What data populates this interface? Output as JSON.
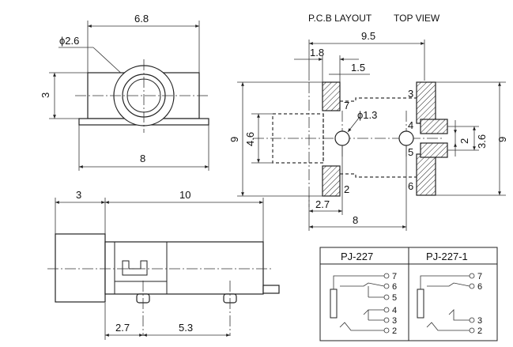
{
  "header": {
    "pcb_layout": "P.C.B LAYOUT",
    "top_view": "TOP VIEW"
  },
  "front_view": {
    "width_top": "6.8",
    "diameter": "ϕ2.6",
    "height": "3",
    "width_bottom": "8"
  },
  "side_view": {
    "front_len": "3",
    "body_len": "10",
    "pin_offset": "2.7",
    "pin_spacing": "5.3"
  },
  "pcb": {
    "total_width": "9.5",
    "pad_width": "1.8",
    "gap": "1.5",
    "hole": "ϕ1.3",
    "height_left": "9",
    "height_right": "9",
    "inner_left": "4.6",
    "pad_gap_small": "2",
    "pad_span": "3.6",
    "bottom_offset": "2.7",
    "bottom_span": "8",
    "pins": [
      "7",
      "2",
      "3",
      "4",
      "5",
      "6"
    ]
  },
  "schematic": {
    "titles": [
      "PJ-227",
      "PJ-227-1"
    ],
    "left_pins": [
      "7",
      "6",
      "5",
      "4",
      "3",
      "2"
    ],
    "right_pins": [
      "7",
      "6",
      "3",
      "2"
    ]
  }
}
